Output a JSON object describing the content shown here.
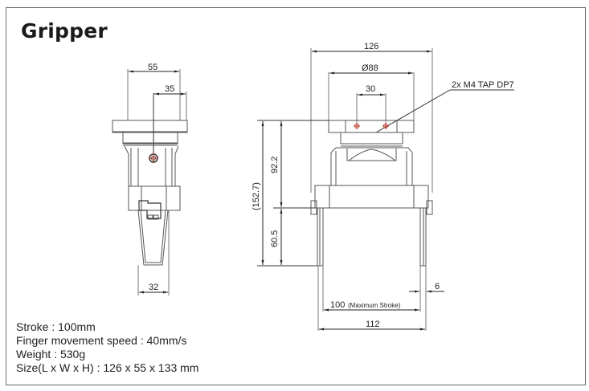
{
  "title": "Gripper",
  "specs": [
    "Stroke : 100mm",
    "Finger movement speed : 40mm/s",
    "Weight : 530g",
    "Size(L x W x H) : 126 x 55 x 133 mm"
  ],
  "side_view": {
    "dims": {
      "width_55": "55",
      "offset_35": "35",
      "finger_32": "32"
    }
  },
  "front_view": {
    "dims": {
      "width_126": "126",
      "diameter_88": "Ø88",
      "spacing_30": "30",
      "callout": "2x M4 TAP DP7",
      "height_92_2": "92.2",
      "height_60_5": "60.5",
      "height_total": "(152.7)",
      "stroke_100": "100",
      "stroke_note": "(Maximum Stroke)",
      "finger_6": "6",
      "width_112": "112"
    }
  },
  "colors": {
    "line": "#555555",
    "dim": "#222222",
    "mark": "#c0392b",
    "frame": "#6b6b6b"
  }
}
